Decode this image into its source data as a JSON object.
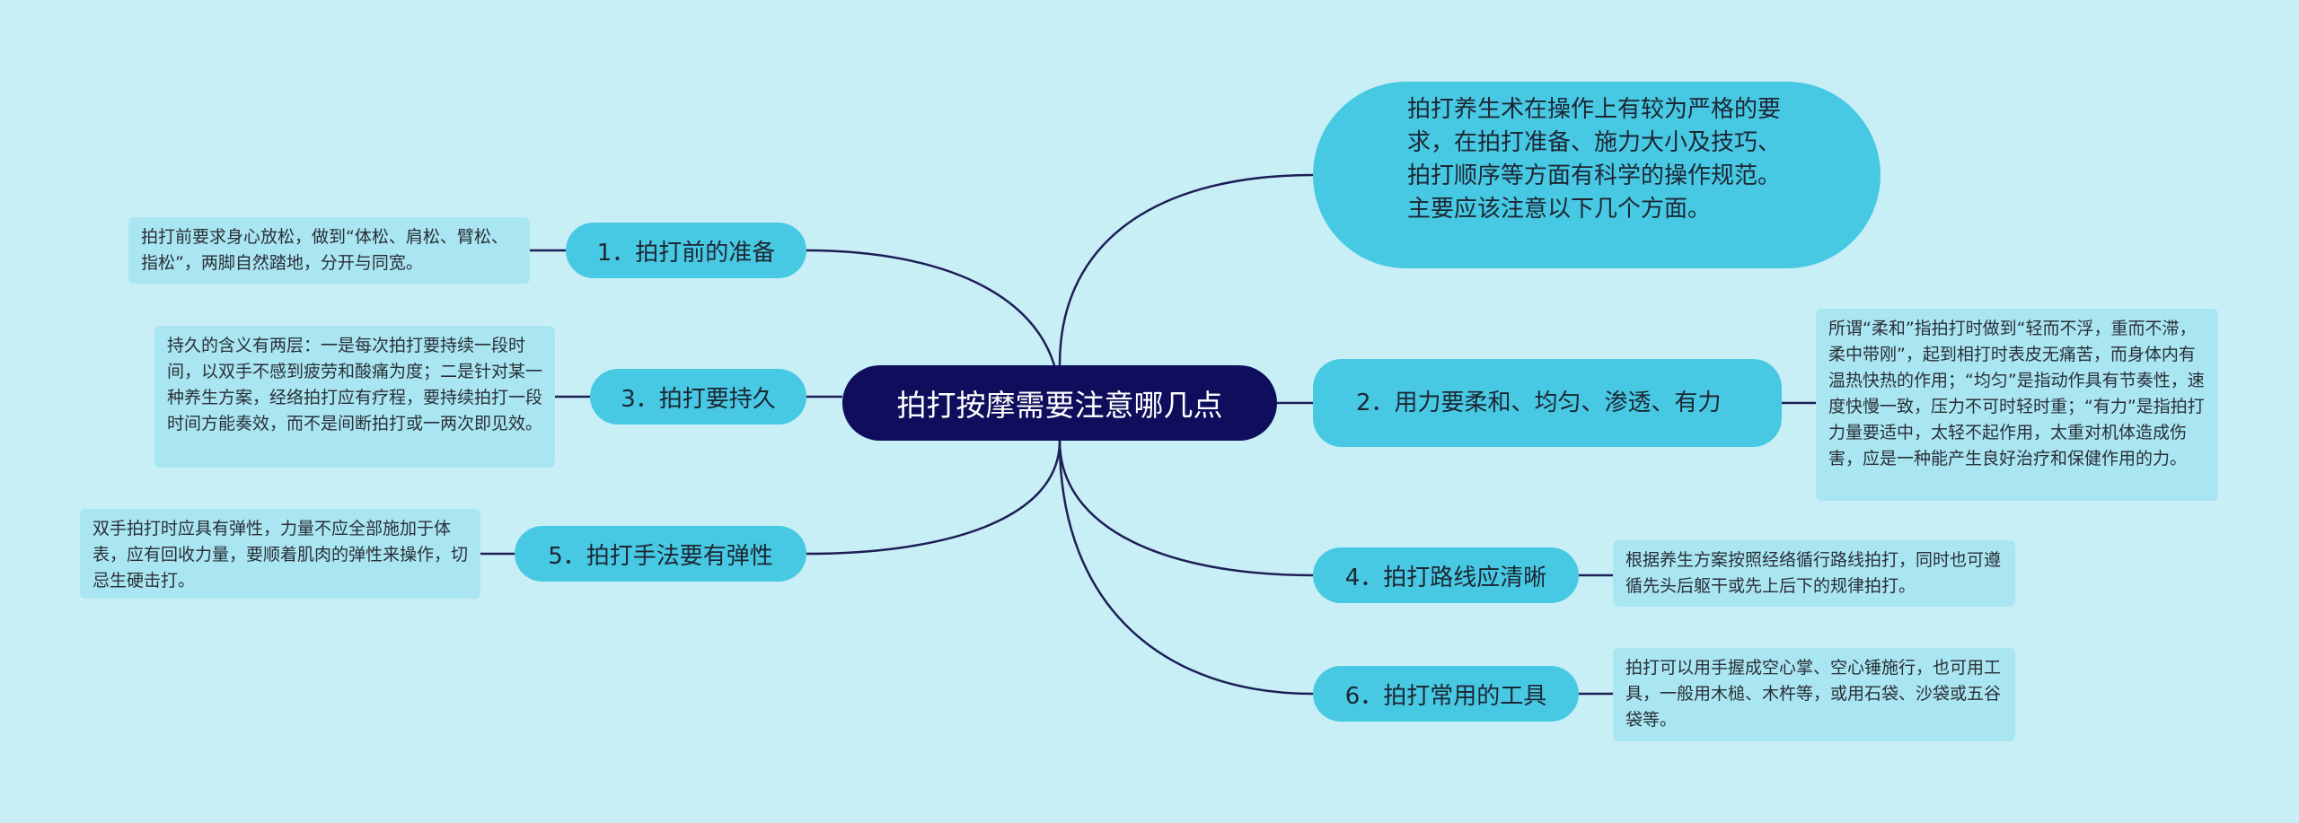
{
  "center": {
    "title": "拍打按摩需要注意哪几点"
  },
  "intro": {
    "text": "拍打养生术在操作上有较为严格的要求，在拍打准备、施力大小及技巧、拍打顺序等方面有科学的操作规范。主要应该注意以下几个方面。"
  },
  "branches": [
    {
      "label": "1．拍打前的准备",
      "detail": "拍打前要求身心放松，做到“体松、肩松、臂松、指松”，两脚自然踏地，分开与同宽。"
    },
    {
      "label": "2．用力要柔和、均匀、渗透、有力",
      "detail": "所谓“柔和”指拍打时做到“轻而不浮，重而不滞，柔中带刚”，起到相打时表皮无痛苦，而身体内有温热快热的作用；“均匀”是指动作具有节奏性，速度快慢一致，压力不可时轻时重；“有力”是指拍打力量要适中，太轻不起作用，太重对机体造成伤害，应是一种能产生良好治疗和保健作用的力。"
    },
    {
      "label": "3．拍打要持久",
      "detail": "持久的含义有两层：一是每次拍打要持续一段时间，以双手不感到疲劳和酸痛为度；二是针对某一种养生方案，经络拍打应有疗程，要持续拍打一段时间方能奏效，而不是间断拍打或一两次即见效。"
    },
    {
      "label": "4．拍打路线应清晰",
      "detail": "根据养生方案按照经络循行路线拍打，同时也可遵循先头后躯干或先上后下的规律拍打。"
    },
    {
      "label": "5．拍打手法要有弹性",
      "detail": "双手拍打时应具有弹性，力量不应全部施加于体表，应有回收力量，要顺着肌肉的弹性来操作，切忌生硬击打。"
    },
    {
      "label": "6．拍打常用的工具",
      "detail": "拍打可以用手握成空心掌、空心锤施行，也可用工具，一般用木槌、木杵等，或用石袋、沙袋或五谷袋等。"
    }
  ]
}
